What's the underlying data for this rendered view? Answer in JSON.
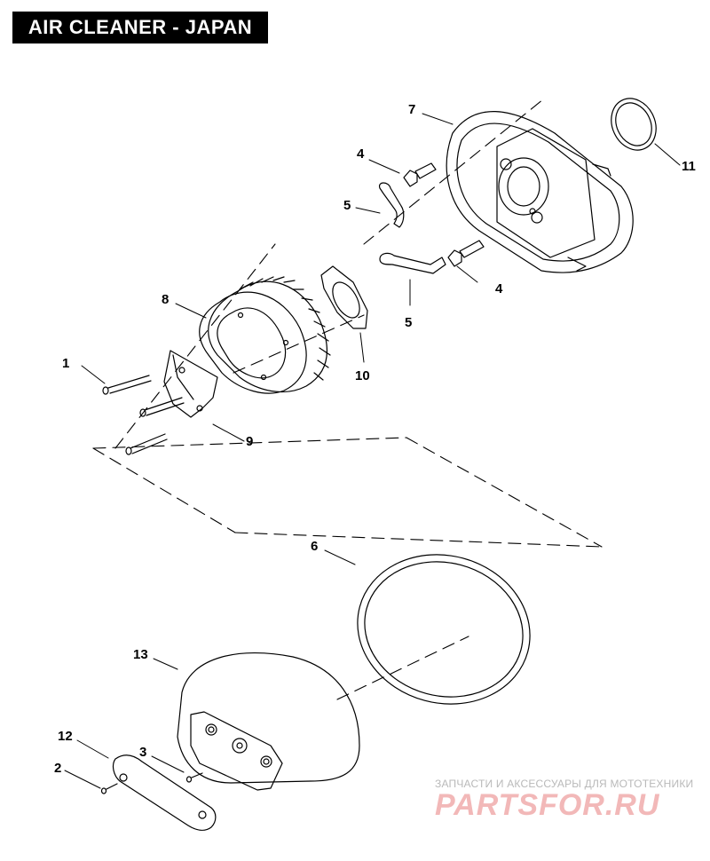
{
  "title": "AIR CLEANER - JAPAN",
  "callouts": [
    "1",
    "2",
    "3",
    "4",
    "4",
    "5",
    "5",
    "6",
    "7",
    "8",
    "9",
    "10",
    "11",
    "12",
    "13"
  ],
  "watermark": {
    "subtitle": "ЗАПЧАСТИ И АКСЕССУАРЫ ДЛЯ МОТОТЕХНИКИ",
    "logo": "PARTSFOR.RU"
  },
  "colors": {
    "ink": "#000000",
    "watermark": "#f2b8b8"
  }
}
